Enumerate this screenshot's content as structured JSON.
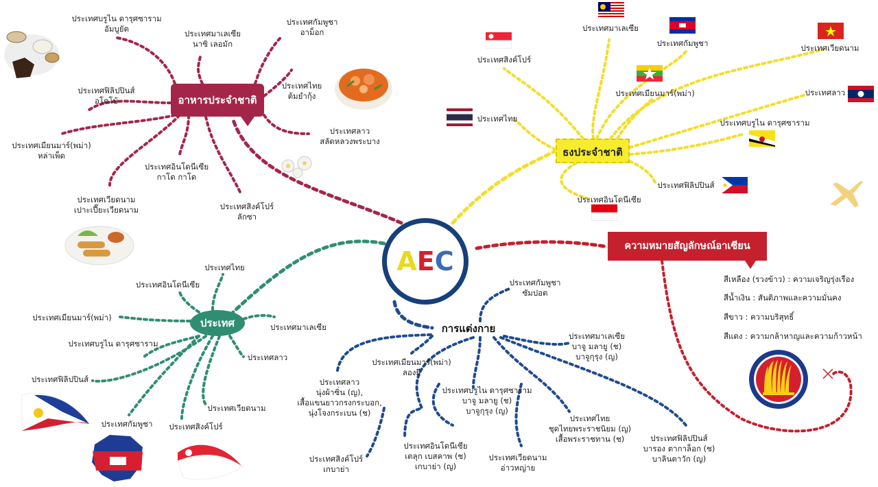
{
  "center": {
    "letters": [
      "A",
      "E",
      "C"
    ],
    "colors": [
      "#e8d91f",
      "#d3202e",
      "#3a6bb7"
    ]
  },
  "food": {
    "title": "อาหารประจำชาติ",
    "items": [
      {
        "country": "ประเทศบรูไน ดารุศซาราม",
        "dish": "อัมบูยัต"
      },
      {
        "country": "ประเทศมาเลเซีย",
        "dish": "นาซิ เลอมัก"
      },
      {
        "country": "ประเทศกัมพูชา",
        "dish": "อาม็อก"
      },
      {
        "country": "ประเทศไทย",
        "dish": "ต้มยำกุ้ง"
      },
      {
        "country": "ประเทศลาว",
        "dish": "สลัดหลวงพระบาง"
      },
      {
        "country": "ประเทศฟิลิปปินส์",
        "dish": "อโดโบ้"
      },
      {
        "country": "ประเทศเมียนมาร์(พม่า)",
        "dish": "หล่าเพ็ด"
      },
      {
        "country": "ประเทศอินโดนีเซีย",
        "dish": "กาโด กาโด"
      },
      {
        "country": "ประเทศเวียดนาม",
        "dish": "เปาะเปี๊ยะเวียดนาม"
      },
      {
        "country": "ประเทศสิงค์โปร์",
        "dish": "ลักซา"
      }
    ]
  },
  "flags": {
    "title": "ธงประจำชาติ",
    "items": [
      "ประเทศสิงค์โปร์",
      "ประเทศมาเลเซีย",
      "ประเทศกัมพูชา",
      "ประเทศเวียดนาม",
      "ประเทศไทย",
      "ประเทศเมียนมาร์(พม่า)",
      "ประเทศลาว",
      "ประเทศบรูไน ดารุศซาราม",
      "ประเทศฟิลิปปินส์",
      "ประเทศอินโดนีเซีย"
    ]
  },
  "meaning": {
    "title": "ความหมายสัญลักษณ์อาเซียน",
    "items": [
      "สีเหลือง (รวงข้าว)  : ความเจริญรุ่งเรือง",
      "สีน้ำเงิน  : สันติภาพและความมั่นคง",
      "สีขาว : ความบริสุทธิ์",
      "สีแดง  : ความกล้าหาญและความก้าวหน้า"
    ]
  },
  "countries": {
    "title": "ประเทศ",
    "items": [
      "ประเทศไทย",
      "ประเทศอินโดนีเซีย",
      "ประเทศเมียนมาร์(พม่า)",
      "ประเทศมาเลเซีย",
      "ประเทศบรูไน ดารุศซาราม",
      "ประเทศลาว",
      "ประเทศฟิลิปปินส์",
      "ประเทศเวียดนาม",
      "ประเทศกัมพูชา",
      "ประเทศสิงค์โปร์"
    ]
  },
  "dress": {
    "title": "การแต่งกาย",
    "items": [
      {
        "country": "ประเทศกัมพูชา",
        "lines": [
          "ซัมปอต"
        ]
      },
      {
        "country": "ประเทศเมียนมาร์(พม่า)",
        "lines": [
          "ลองยี"
        ]
      },
      {
        "country": "ประเทศมาเลเซีย",
        "lines": [
          "บาจู มลายู (ช)",
          "บาจูกุรุง (ญ)"
        ]
      },
      {
        "country": "ประเทศลาว",
        "lines": [
          "นุ่งผ้าซิ่น (ญ),",
          "เสื้อแขนยาวกรงกระบอก,",
          "นุ่งโจงกระเบน (ช)"
        ]
      },
      {
        "country": "ประเทศบรูไน ดารุศซาราม",
        "lines": [
          "บาจู มลายู (ช)",
          "บาจูกุรุง (ญ)"
        ]
      },
      {
        "country": "ประเทศไทย",
        "lines": [
          "ชุดไทยพระราชนิยม (ญ)",
          "เสื้อพระราชทาน (ช)"
        ]
      },
      {
        "country": "ประเทศฟิลิปปินส์",
        "lines": [
          "บารอง ตากาล็อก (ช)",
          "บาลินตาวัก (ญ)"
        ]
      },
      {
        "country": "ประเทศอินโดนีเซีย",
        "lines": [
          "เตลุก เบสคาพ (ช)",
          "เกบาย่า (ญ)"
        ]
      },
      {
        "country": "ประเทศเวียดนาม",
        "lines": [
          "อ่าวหญ่าย"
        ]
      },
      {
        "country": "ประเทศสิงค์โปร์",
        "lines": [
          "เกบาย่า"
        ]
      }
    ]
  },
  "colors": {
    "food": "#a3264a",
    "flag": "#f3dd2a",
    "meaning": "#c4202e",
    "country": "#2f8e72",
    "dress": "#1f4b8e"
  }
}
